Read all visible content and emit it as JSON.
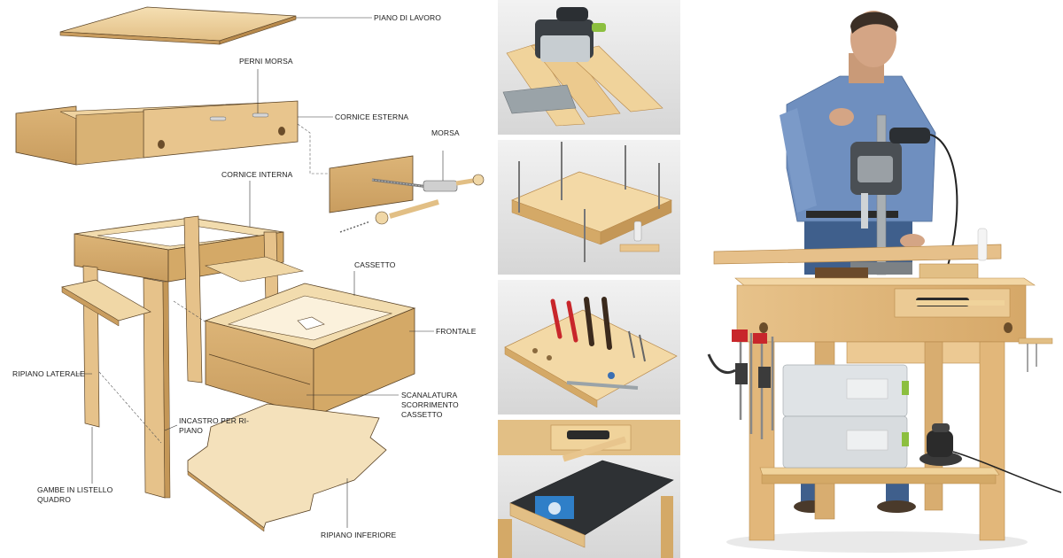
{
  "diagram": {
    "labels": {
      "piano_di_lavoro": "PIANO DI LAVORO",
      "perni_morsa": "PERNI MORSA",
      "cornice_esterna": "CORNICE ESTERNA",
      "morsa": "MORSA",
      "cornice_interna": "CORNICE INTERNA",
      "cassetto": "CASSETTO",
      "frontale": "FRONTALE",
      "ripiano_laterale": "RIPIANO LATERALE",
      "scanalatura_1": "SCANALATURA",
      "scanalatura_2": "SCORRIMENTO",
      "scanalatura_3": "CASSETTO",
      "incastro_1": "INCASTRO PER RI-",
      "incastro_2": "PIANO",
      "gambe_1": "GAMBE IN LISTELLO",
      "gambe_2": "QUADRO",
      "ripiano_inferiore": "RIPIANO INFERIORE"
    }
  },
  "colors": {
    "wood_light": "#f0d7a6",
    "wood_mid": "#dcb477",
    "wood_dark": "#b88a4c",
    "outline": "#5a4326",
    "leader": "#333333",
    "photo_bg": "#e9e9e9"
  }
}
